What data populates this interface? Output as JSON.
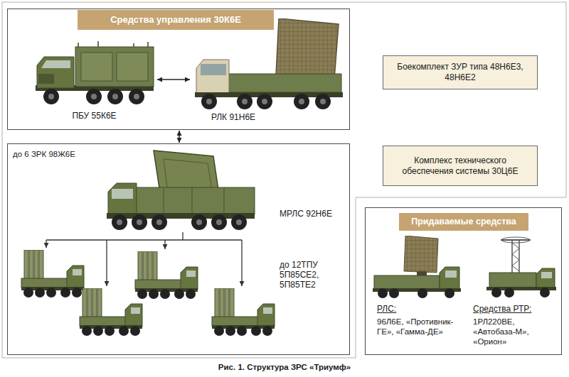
{
  "diagram": {
    "caption": "Рис. 1. Структура ЗРС «Триумф»",
    "nodes": [
      {
        "text": [
          "Средства управления 30К6Е"
        ]
      },
      {
        "text": [
          "ПБУ 55К6Е"
        ],
        "in": 0
      },
      {
        "text": [
          "РЛК 91Н6Е"
        ],
        "in": 0
      },
      {
        "text": [
          "Боекомплект ЗУР типа 48Н6Е3, 48Н6Е2"
        ]
      },
      {
        "text": [
          "до 6 ЗРК 98Ж6Е"
        ]
      },
      {
        "text": [
          "Комплекс технического обеспечения системы 30Ц6Е"
        ]
      },
      {
        "text": [
          "Придаваемые средства"
        ]
      }
    ],
    "edges": [
      {
        "from": 1,
        "to": 2,
        "arrow": "both"
      },
      {
        "from": 0,
        "to": 4,
        "arrow": "both"
      }
    ],
    "labels": [
      "МРЛС 92Н6Е",
      "до 12ТПУ 5П85СЕ2, 5П85ТЕ2",
      "РЛС:",
      "96Л6Е, «Противник-ГЕ», «Гамма-ДЕ»",
      "Средства РТР:",
      "1РЛ220ВЕ, «Автобаза-М», «Орион»"
    ]
  }
}
